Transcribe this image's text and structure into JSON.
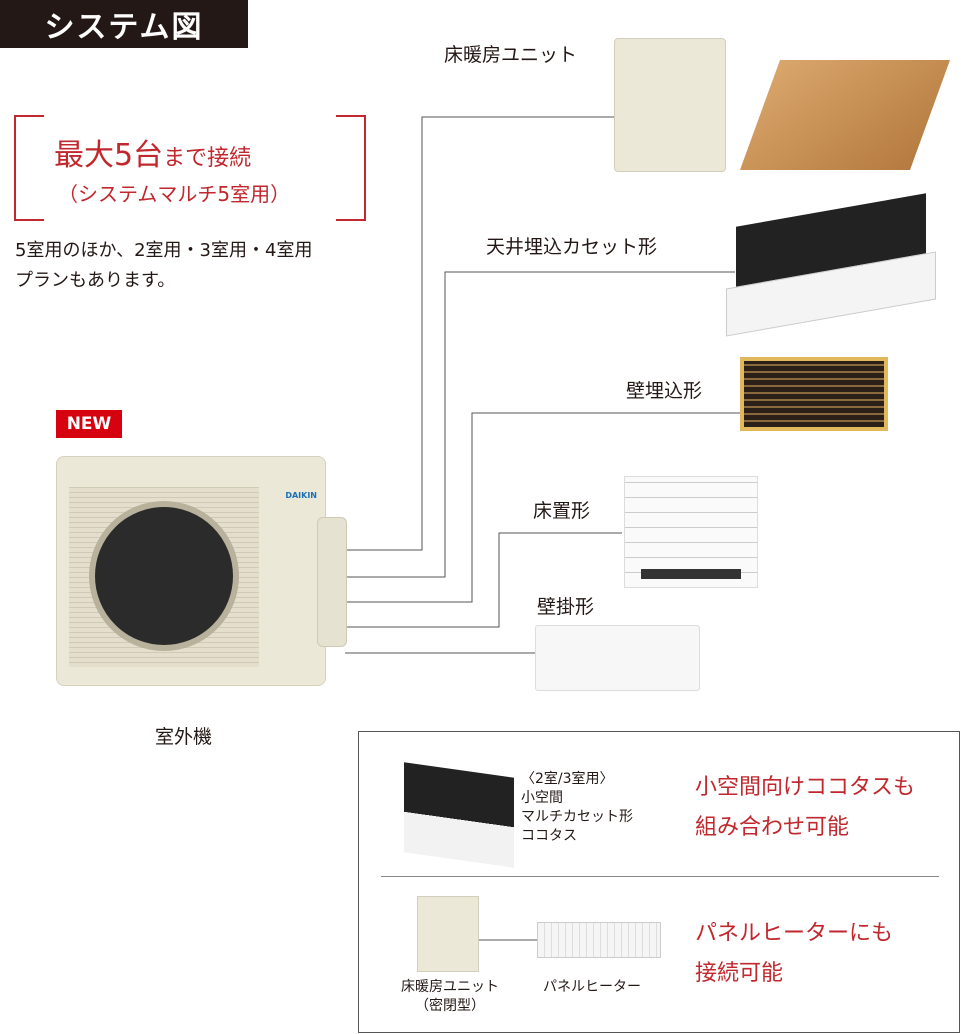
{
  "title": "システム図",
  "headline": {
    "main": "最大5台",
    "suffix": "まで接続",
    "sub": "（システムマルチ5室用）"
  },
  "description": [
    "5室用のほか、2室用・3室用・4室用",
    "プランもあります。"
  ],
  "badge": "NEW",
  "outdoor_unit": {
    "label": "室外機",
    "brand": "DAIKIN"
  },
  "indoor_units": [
    {
      "label": "床暖房ユニット"
    },
    {
      "label": "天井埋込カセット形"
    },
    {
      "label": "壁埋込形"
    },
    {
      "label": "床置形"
    },
    {
      "label": "壁掛形"
    }
  ],
  "options": {
    "cocotas": {
      "lines": [
        "〈2室/3室用〉",
        "小空間",
        "マルチカセット形",
        "ココタス"
      ],
      "note": [
        "小空間向けココタスも",
        "組み合わせ可能"
      ]
    },
    "panel": {
      "unit_label": [
        "床暖房ユニット",
        "（密閉型）"
      ],
      "heater_label": "パネルヒーター",
      "note": [
        "パネルヒーターにも",
        "接続可能"
      ]
    }
  },
  "colors": {
    "accent": "#c1272d",
    "new": "#d7000f",
    "dark": "#231815"
  }
}
